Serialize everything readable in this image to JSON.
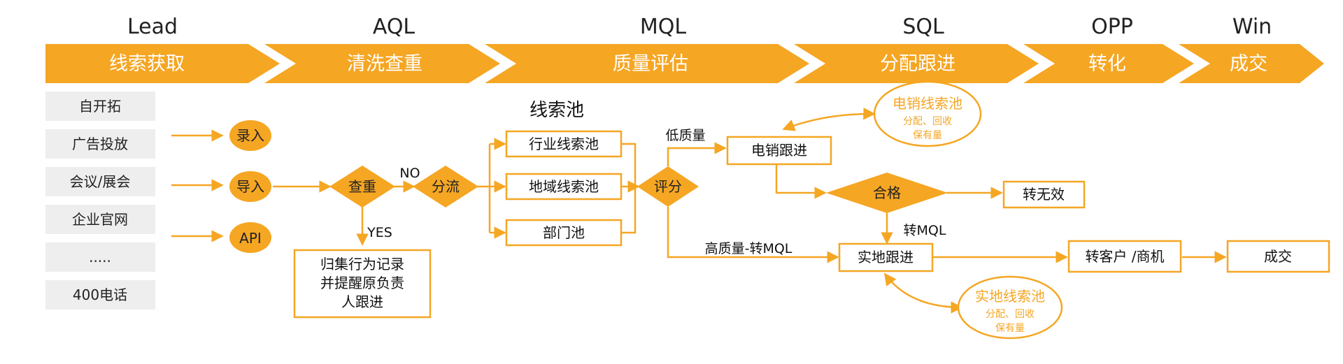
{
  "colors": {
    "accent": "#f5a623",
    "source_bg": "#eeeeee",
    "text": "#222222",
    "white": "#ffffff"
  },
  "stages": [
    {
      "label": "Lead",
      "chevron": "线索获取"
    },
    {
      "label": "AQL",
      "chevron": "清洗查重"
    },
    {
      "label": "MQL",
      "chevron": "质量评估"
    },
    {
      "label": "SQL",
      "chevron": "分配跟进"
    },
    {
      "label": "OPP",
      "chevron": "转化"
    },
    {
      "label": "Win",
      "chevron": "成交"
    }
  ],
  "sources": [
    "自开拓",
    "广告投放",
    "会议/展会",
    "企业官网",
    ".....",
    "400电话"
  ],
  "intake": {
    "entry": "录入",
    "import": "导入",
    "api": "API"
  },
  "dedupe": {
    "check": "查重",
    "no": "NO",
    "yes": "YES",
    "distribute": "分流",
    "record_lines": [
      "归集行为记录",
      "并提醒原负责",
      "人跟进"
    ]
  },
  "pool": {
    "title": "线索池",
    "items": [
      "行业线索池",
      "地域线索池",
      "部门池"
    ]
  },
  "scoring": {
    "score": "评分",
    "low": "低质量",
    "high": "高质量-转MQL"
  },
  "telesales": {
    "follow": "电销跟进",
    "qualified": "合格",
    "invalid": "转无效",
    "to_mql": "转MQL",
    "pool_title": "电销线索池",
    "pool_sub1": "分配、回收",
    "pool_sub2": "保有量"
  },
  "field": {
    "follow": "实地跟进",
    "pool_title": "实地线索池",
    "pool_sub1": "分配、回收",
    "pool_sub2": "保有量"
  },
  "conversion": {
    "customer": "转客户 /商机",
    "deal": "成交"
  }
}
